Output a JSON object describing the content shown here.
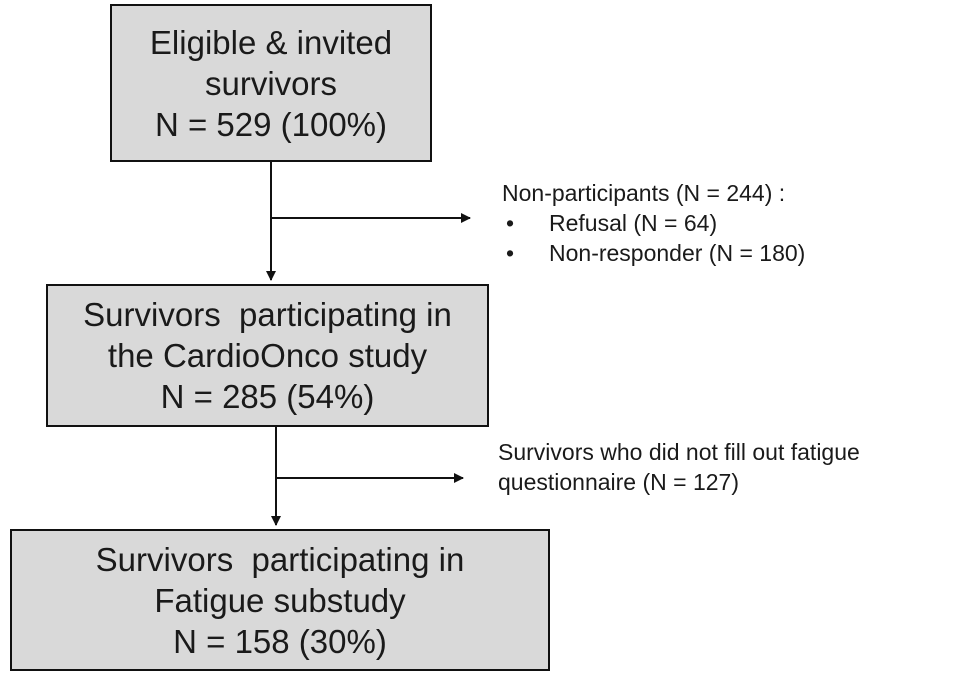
{
  "boxes": {
    "eligible": {
      "line1": "Eligible & invited",
      "line2": "survivors",
      "line3": "N = 529 (100%)"
    },
    "cardioonco": {
      "line1": "Survivors  participating in",
      "line2": "the CardioOnco study",
      "line3": "N = 285 (54%)"
    },
    "fatigue": {
      "line1": "Survivors  participating in",
      "line2": "Fatigue substudy",
      "line3": "N = 158 (30%)"
    }
  },
  "exclusions": {
    "non_participants": {
      "title": "Non-participants (N = 244) :",
      "items": [
        {
          "bullet": "•",
          "label": "Refusal (N = 64)"
        },
        {
          "bullet": "•",
          "label": "Non-responder (N = 180)"
        }
      ]
    },
    "no_questionnaire": {
      "line1": "Survivors who did not fill out fatigue",
      "line2": "questionnaire (N = 127)"
    }
  }
}
